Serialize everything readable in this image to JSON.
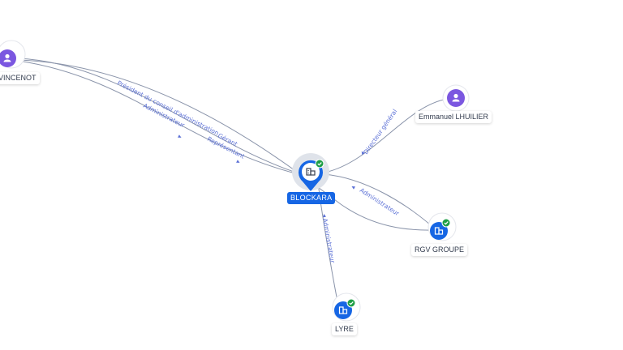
{
  "colors": {
    "person": "#7b57e0",
    "company": "#1666e4",
    "badge": "#1e9e46",
    "edge": "#8a94aa",
    "edge_label": "#5a6fd6"
  },
  "nodes": {
    "vincenot": {
      "label": "VINCENOT",
      "type": "person",
      "icon": "person-icon"
    },
    "lhuilier": {
      "label": "Emmanuel LHUILIER",
      "type": "person",
      "icon": "person-icon"
    },
    "blockara": {
      "label": "BLOCKARA",
      "type": "company",
      "icon": "building-icon",
      "verified": true
    },
    "rgv": {
      "label": "RGV GROUPE",
      "type": "company",
      "icon": "building-icon",
      "verified": true
    },
    "lyre": {
      "label": "LYRE",
      "type": "company",
      "icon": "building-icon",
      "verified": true
    }
  },
  "edges": {
    "president": "Président du conseil d'administration",
    "administrateur_vincenot": "Administrateur",
    "gerant": "Gérant",
    "representant": "Représentant",
    "directeur": "Directeur général",
    "administrateur_rgv": "Administrateur",
    "administrateur_lyre": "Administrateur"
  }
}
